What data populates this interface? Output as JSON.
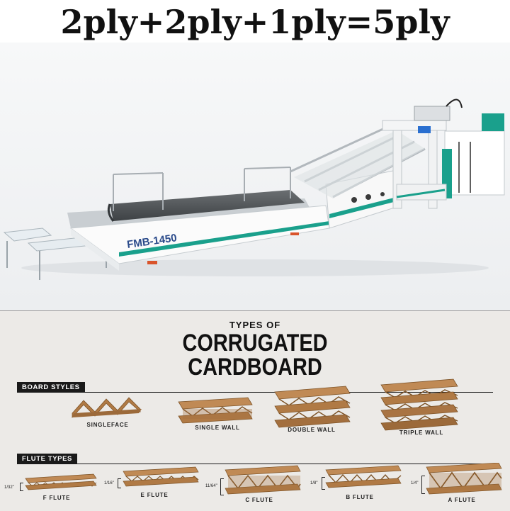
{
  "title": "2ply+2ply+1ply=5ply",
  "machine": {
    "model_label": "FMB-1450",
    "colors": {
      "frame": "#ffffff",
      "accent": "#1aa08c",
      "belt": "#55595c",
      "rail": "#b8bcc0"
    }
  },
  "infographic": {
    "heading_small": "TYPES OF",
    "heading_line1": "CORRUGATED",
    "heading_line2": "CARDBOARD",
    "board_styles": {
      "label": "BOARD STYLES",
      "items": [
        "SINGLEFACE",
        "SINGLE WALL",
        "DOUBLE WALL",
        "TRIPLE WALL"
      ]
    },
    "flute_types": {
      "label": "FLUTE TYPES",
      "items": [
        {
          "name": "F FLUTE",
          "size": "1/32\""
        },
        {
          "name": "E FLUTE",
          "size": "1/16\""
        },
        {
          "name": "C FLUTE",
          "size": "11/64\""
        },
        {
          "name": "B FLUTE",
          "size": "1/8\""
        },
        {
          "name": "A FLUTE",
          "size": "1/4\""
        }
      ]
    },
    "colors": {
      "cardboard": "#b07a45",
      "cardboard_dark": "#8a5a2e",
      "background": "#eceae7"
    }
  }
}
